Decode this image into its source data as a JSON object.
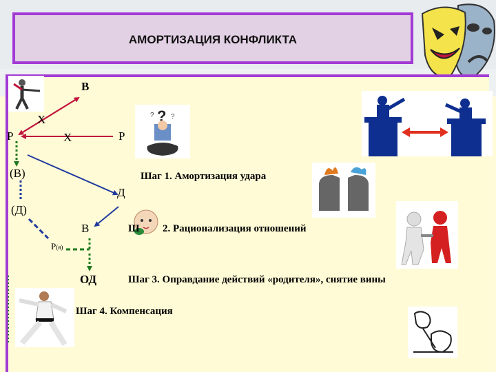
{
  "title": "АМОРТИЗАЦИЯ КОНФЛИКТА",
  "diagram": {
    "labels": {
      "v_top": "В",
      "x_upper": "Х",
      "r_left": "Р",
      "x_mid": "Х",
      "r_right": "Р",
      "v_paren": "(В)",
      "d_mid": "Д",
      "d_paren": "(Д)",
      "v_center": "В",
      "r_ya": "Р",
      "r_ya_sub": "(я)",
      "od": "ОД"
    },
    "steps": [
      "Шаг 1. Амортизация удара",
      "Ш",
      "2. Рационализация отношений",
      "Шаг 3. Оправдание действий «родителя», снятие вины",
      "Шаг 4.  Компенсация"
    ]
  },
  "colors": {
    "accent_border": "#a23bd4",
    "title_bg": "#e2d0e4",
    "arrow_red": "#c0143c",
    "arrow_blue": "#1f3a9e",
    "arrow_green": "#1f7a1f",
    "podium_blue": "#0e2f8f"
  },
  "icons": [
    "fencer-icon",
    "confused-thinker-icon",
    "theatre-masks-icon",
    "debate-podiums-icon",
    "heads-fire-water-icon",
    "baby-icon",
    "handshake-icon",
    "karate-fighter-icon",
    "comic-sketch-icon"
  ]
}
